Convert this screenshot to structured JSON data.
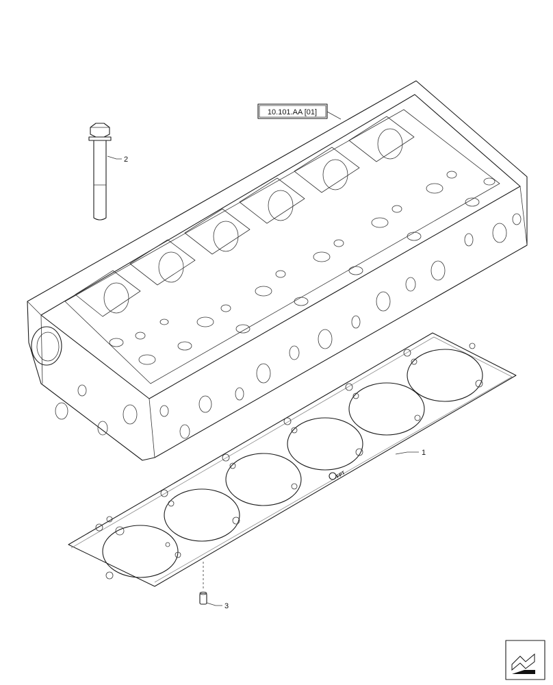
{
  "reference_box": {
    "label": "10.101.AA [01]"
  },
  "callouts": [
    {
      "id": "1",
      "label": "1"
    },
    {
      "id": "2",
      "label": "2"
    },
    {
      "id": "3",
      "label": "3"
    }
  ],
  "gasket_logo": {
    "text": "FPT"
  },
  "nav_icon": {
    "name": "previous-page-icon"
  }
}
